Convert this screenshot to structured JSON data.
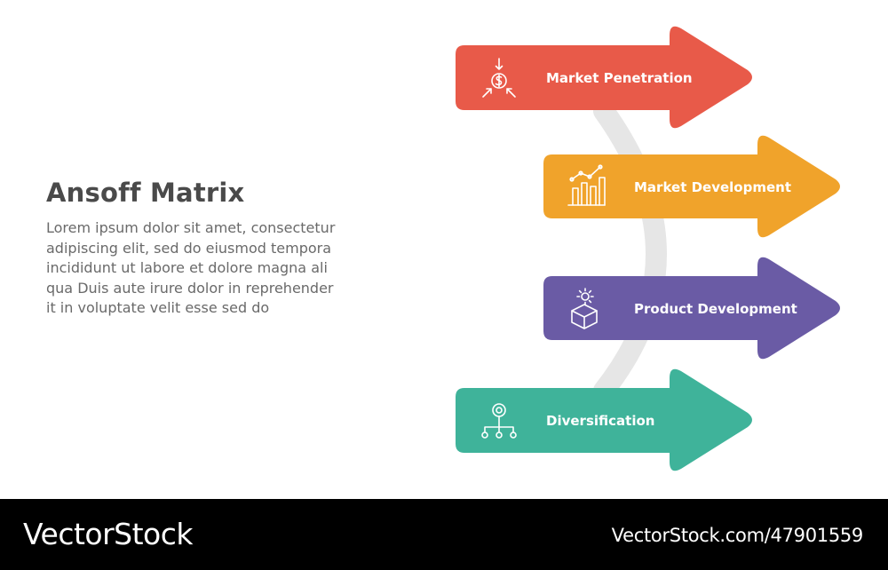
{
  "heading": {
    "title": "Ansoff Matrix",
    "description_lines": [
      "Lorem ipsum dolor sit amet, consectetur",
      "adipiscing elit, sed do eiusmod tempora",
      "incididunt ut labore et dolore magna ali",
      "qua Duis aute irure dolor in reprehender",
      "it in voluptate velit esse sed do"
    ]
  },
  "arrows": [
    {
      "label": "Market Penetration",
      "color": "#e85a49",
      "icon": "dollar-target-icon"
    },
    {
      "label": "Market Development",
      "color": "#f0a32b",
      "icon": "growth-chart-icon"
    },
    {
      "label": "Product Development",
      "color": "#6a5ba5",
      "icon": "product-box-gear-icon"
    },
    {
      "label": "Diversification",
      "color": "#3fb39a",
      "icon": "hierarchy-icon"
    }
  ],
  "connector_color": "#e6e6e6",
  "footer": {
    "brand": "VectorStock",
    "image_id": "VectorStock.com/47901559"
  }
}
